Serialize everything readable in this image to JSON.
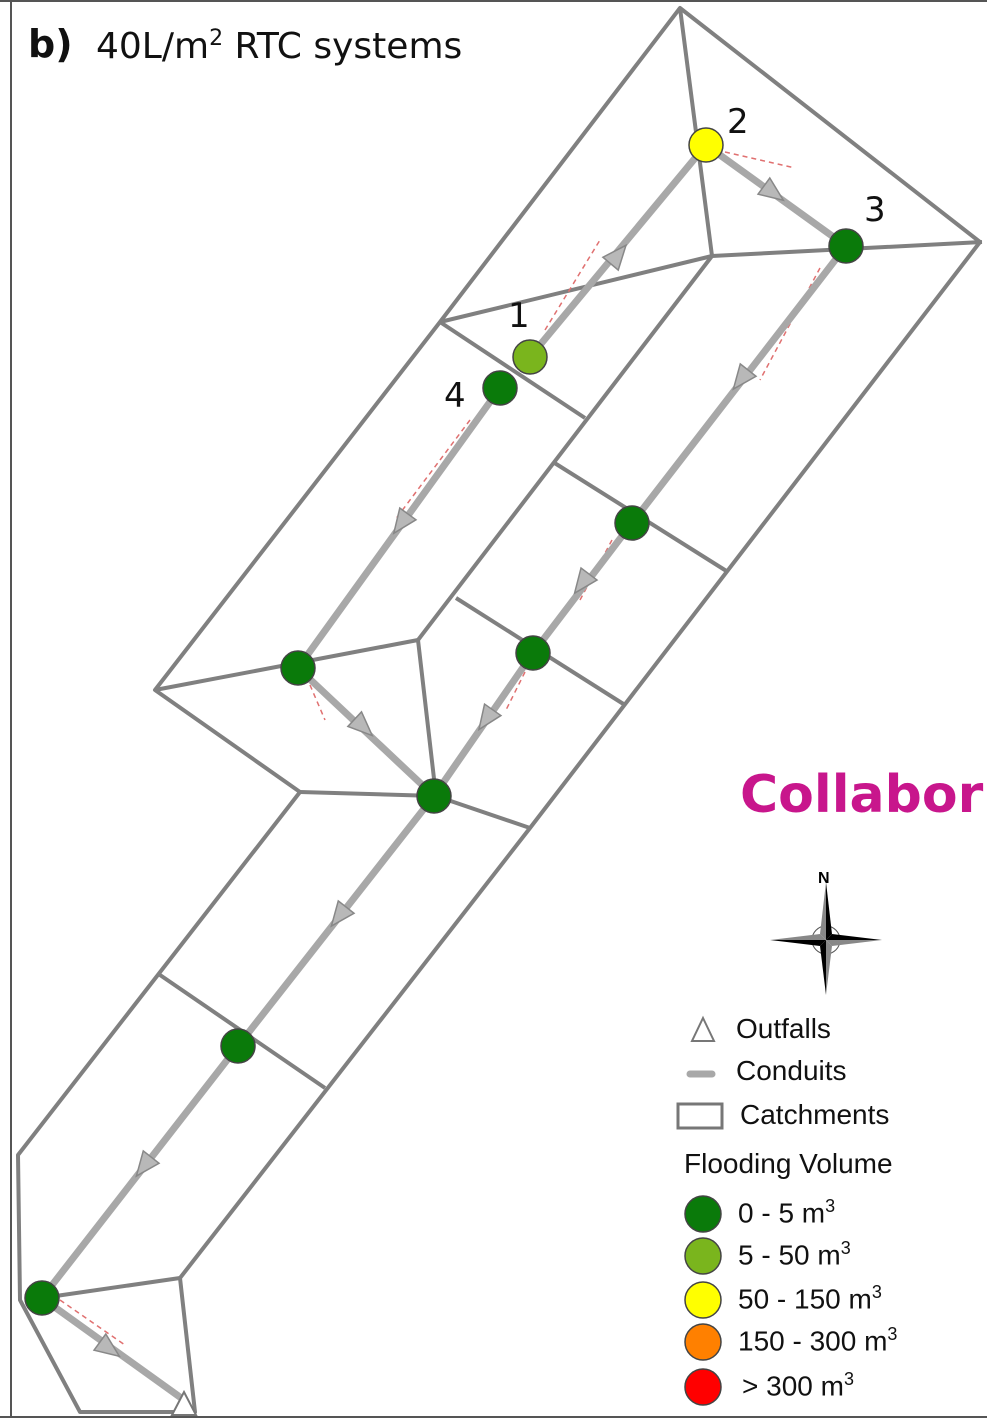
{
  "panel": {
    "label": "b)",
    "title_pre": "40L/m",
    "title_sup": "2",
    "title_post": " RTC systems"
  },
  "watermark": "Collabor",
  "node_labels": [
    "1",
    "2",
    "3",
    "4"
  ],
  "compass": {
    "north": "N"
  },
  "legend": {
    "outfalls": "Outfalls",
    "conduits": "Conduits",
    "catchments": "Catchments",
    "heading": "Flooding Volume",
    "classes": [
      {
        "label": "0 - 5 m",
        "sup": "3",
        "color": "#0a7a0a"
      },
      {
        "label": "5 - 50 m",
        "sup": "3",
        "color": "#7ab51d"
      },
      {
        "label": "50 - 150 m",
        "sup": "3",
        "color": "#ffff00"
      },
      {
        "label": "150 - 300 m",
        "sup": "3",
        "color": "#ff8000"
      },
      {
        "label": "> 300 m",
        "sup": "3",
        "color": "#ff0000"
      }
    ]
  },
  "colors": {
    "catchment_edge": "#808080",
    "conduit": "#b0b0b0",
    "node_default": "#0a7a0a",
    "node_1": "#7ab51d",
    "node_2": "#ffff00"
  }
}
